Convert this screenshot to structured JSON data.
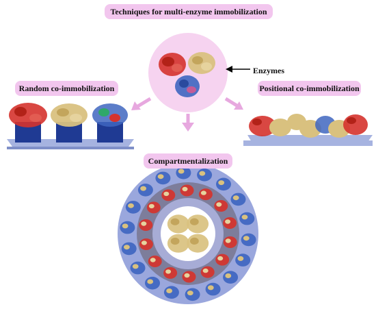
{
  "title": "Techniques for  multi-enzyme immobilization",
  "enzymes_label": "Enzymes",
  "methods": {
    "random": "Random co-immobilization",
    "positional": "Positional co-immobilization",
    "compartmentalization": "Compartmentalization"
  },
  "colors": {
    "label_bg": "#f2c6ee",
    "center_circle": "#f6d3f0",
    "support": "#a6b3e0",
    "pillar": "#1f3a93",
    "arrow": "#e7a8df",
    "ring_outer": "#9aa7dd",
    "ring_middle": "#7d7d9b",
    "ring_inner": "#a7acd6",
    "core": "#ffffff",
    "enzyme_red": "#d5332d",
    "enzyme_tan": "#d9c17f",
    "enzyme_blue": "#3f66c0"
  }
}
